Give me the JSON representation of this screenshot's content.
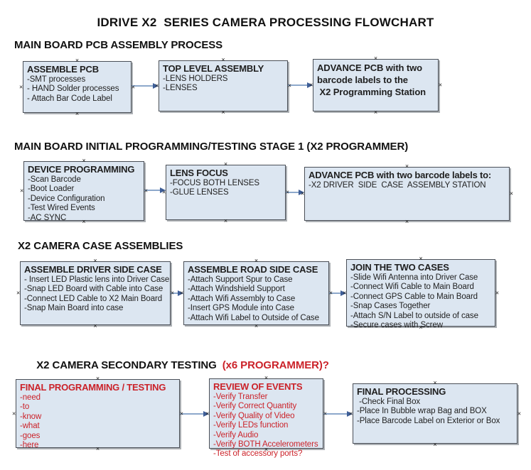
{
  "title": "IDRIVE X2  SERIES CAMERA PROCESSING FLOWCHART",
  "icons": {
    "connection_point": "×"
  },
  "colors": {
    "box_fill": "#dce6f1",
    "box_border": "#4a4f57",
    "arrow_line": "#8da8cb",
    "arrow_head": "#3e5e97",
    "red_text": "#cb2229",
    "black_text": "#1f1f1f"
  },
  "sections": [
    {
      "heading": "MAIN BOARD PCB ASSEMBLY PROCESS",
      "boxes": [
        {
          "title": "ASSEMBLE PCB",
          "lines": [
            "-SMT processes",
            "- HAND Solder processes",
            "- Attach Bar Code Label"
          ]
        },
        {
          "title": "TOP LEVEL ASSEMBLY",
          "lines": [
            "-LENS HOLDERS",
            "-LENSES"
          ]
        },
        {
          "title": "",
          "lines": [
            "ADVANCE PCB with two",
            "barcode labels to the",
            " X2 Programming Station"
          ]
        }
      ]
    },
    {
      "heading": "MAIN BOARD INITIAL PROGRAMMING/TESTING STAGE 1 (X2 PROGRAMMER)",
      "boxes": [
        {
          "title": "DEVICE PROGRAMMING",
          "lines": [
            "-Scan Barcode",
            "-Boot Loader",
            "-Device Configuration",
            "-Test Wired Events",
            "-AC SYNC"
          ]
        },
        {
          "title": "LENS FOCUS",
          "lines": [
            "-FOCUS BOTH LENSES",
            "-GLUE LENSES"
          ]
        },
        {
          "title": "ADVANCE PCB with two barcode labels to:",
          "lines": [
            "-X2 DRIVER  SIDE  CASE  ASSEMBLY STATION"
          ]
        }
      ]
    },
    {
      "heading": "X2 CAMERA CASE ASSEMBLIES",
      "boxes": [
        {
          "title": "ASSEMBLE DRIVER SIDE CASE",
          "lines": [
            "- Insert LED Plastic lens into Driver Case",
            "-Snap LED Board with Cable into Case",
            "-Connect LED Cable to X2 Main Board",
            "-Snap Main Board into case"
          ]
        },
        {
          "title": "ASSEMBLE ROAD SIDE CASE",
          "lines": [
            "-Attach Support Spur to Case",
            "-Attach Windshield Support",
            "-Attach Wifi Assembly to Case",
            "-Insert GPS Module into Case",
            "-Attach Wifi Label to Outside of Case"
          ]
        },
        {
          "title": "JOIN THE TWO CASES",
          "lines": [
            "-Slide Wifi Antenna into Driver Case",
            "-Connect Wifi Cable to Main Board",
            "-Connect GPS Cable to Main Board",
            "-Snap Cases Together",
            "-Attach S/N Label to outside of case",
            "-Secure cases with Screw"
          ]
        }
      ]
    },
    {
      "heading": "X2 CAMERA SECONDARY TESTING",
      "heading_suffix": "(x6 PROGRAMMER)?",
      "boxes": [
        {
          "title": "FINAL PROGRAMMING / TESTING",
          "lines": [
            "-need",
            "-to",
            "-know",
            "-what",
            "-goes",
            "-here"
          ]
        },
        {
          "title": "REVIEW OF EVENTS",
          "lines": [
            "-Verify Transfer",
            "-Verify Correct Quantity",
            "-Verify Quality of Video",
            "-Verify LEDs function",
            "-Verify Audio",
            "-Verify BOTH Accelerometers",
            "-Test of accessory ports?"
          ]
        },
        {
          "title": "FINAL PROCESSING",
          "lines": [
            " -Check Final Box",
            "-Place In Bubble wrap Bag and BOX",
            "-Place Barcode Label on Exterior or Box"
          ]
        }
      ]
    }
  ]
}
